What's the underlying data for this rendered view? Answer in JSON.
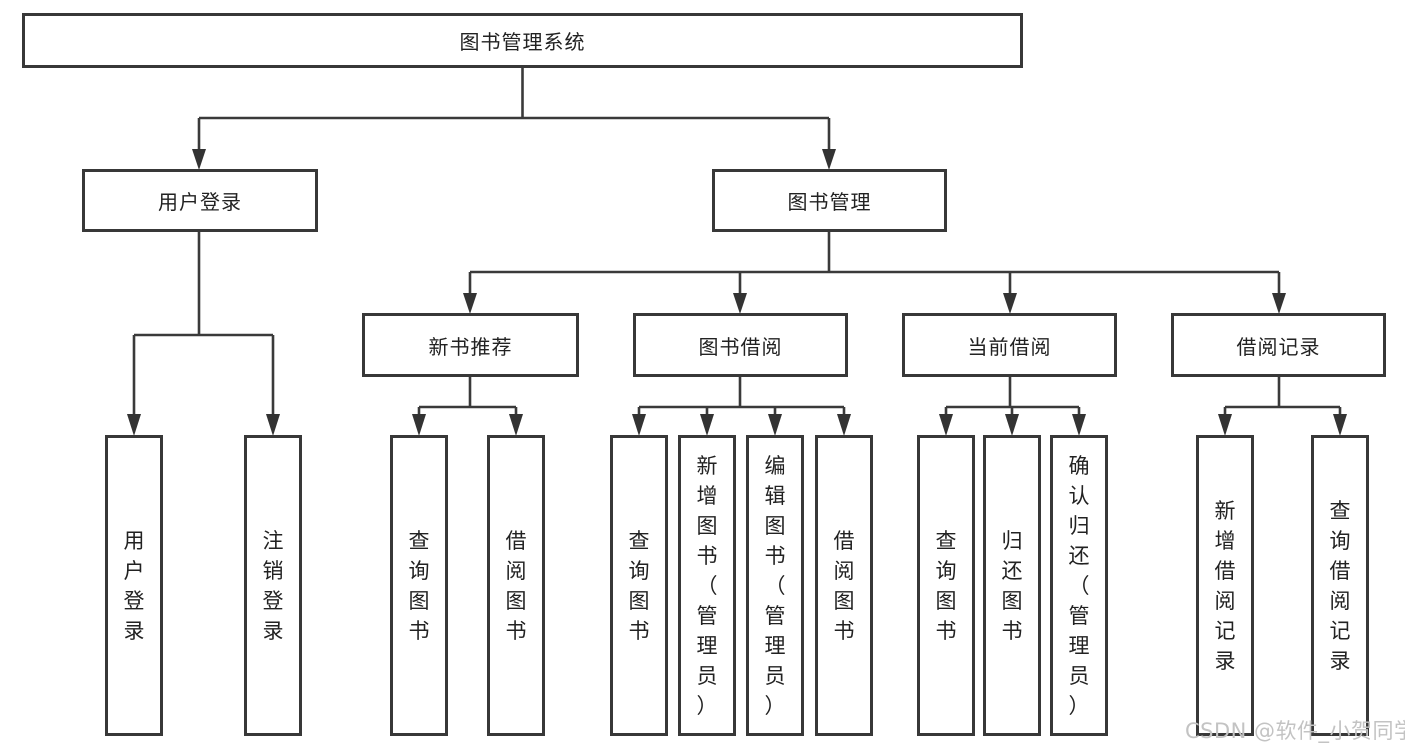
{
  "diagram": {
    "title": "图书管理系统",
    "root": {
      "label": "图书管理系统"
    },
    "level2": {
      "user_login": {
        "label": "用户登录"
      },
      "book_management": {
        "label": "图书管理"
      }
    },
    "level3": {
      "new_book_recommend": {
        "label": "新书推荐"
      },
      "book_borrow": {
        "label": "图书借阅"
      },
      "current_borrow": {
        "label": "当前借阅"
      },
      "borrow_records": {
        "label": "借阅记录"
      }
    },
    "leaves": {
      "user_login": [
        "用户登录",
        "注销登录"
      ],
      "new_book_recommend": [
        "查询图书",
        "借阅图书"
      ],
      "book_borrow": [
        "查询图书",
        "新增图书（管理员）",
        "编辑图书（管理员）",
        "借阅图书"
      ],
      "current_borrow": [
        "查询图书",
        "归还图书",
        "确认归还（管理员）"
      ],
      "borrow_records": [
        "新增借阅记录",
        "查询借阅记录"
      ]
    }
  },
  "watermark": {
    "text": "CSDN @软件_小贺同学"
  },
  "colors": {
    "line": "#3a3a3a",
    "box_border": "#383838",
    "text": "#222222",
    "watermark": "#c3c3c3",
    "background": "#ffffff"
  }
}
